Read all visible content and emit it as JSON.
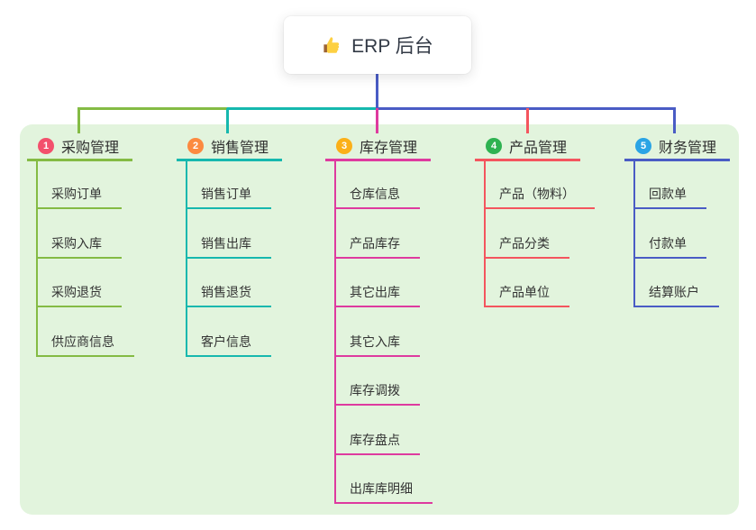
{
  "root": {
    "label": "ERP 后台",
    "icon": "thumbs-up-icon"
  },
  "colors": {
    "page_background": "#ffffff",
    "panel_background": "#e2f4dd",
    "root_connector": "#4a5cc5",
    "text": "#333333"
  },
  "branches": [
    {
      "number": "1",
      "title": "采购管理",
      "badge_color": "#f3506c",
      "line_color": "#84bb44",
      "children": [
        "采购订单",
        "采购入库",
        "采购退货",
        "供应商信息"
      ]
    },
    {
      "number": "2",
      "title": "销售管理",
      "badge_color": "#fc8a40",
      "line_color": "#16b8ae",
      "children": [
        "销售订单",
        "销售出库",
        "销售退货",
        "客户信息"
      ]
    },
    {
      "number": "3",
      "title": "库存管理",
      "badge_color": "#fbb018",
      "line_color": "#de3a9f",
      "children": [
        "仓库信息",
        "产品库存",
        "其它出库",
        "其它入库",
        "库存调拨",
        "库存盘点",
        "出库库明细"
      ]
    },
    {
      "number": "4",
      "title": "产品管理",
      "badge_color": "#2eb251",
      "line_color": "#f4555e",
      "children": [
        "产品（物料）",
        "产品分类",
        "产品单位"
      ]
    },
    {
      "number": "5",
      "title": "财务管理",
      "badge_color": "#2aa4e5",
      "line_color": "#4a5cc5",
      "children": [
        "回款单",
        "付款单",
        "结算账户"
      ]
    }
  ]
}
